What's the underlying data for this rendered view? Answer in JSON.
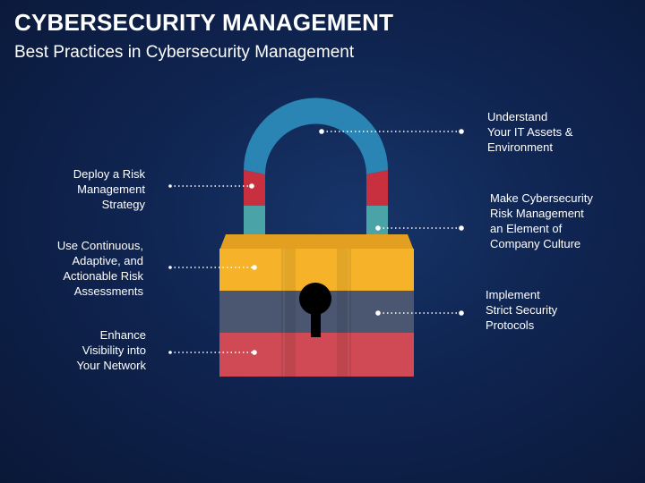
{
  "header": {
    "title": "CYBERSECURITY MANAGEMENT",
    "subtitle": "Best Practices in Cybersecurity Management"
  },
  "items": {
    "deploy_risk": [
      "Deploy a Risk",
      "Management",
      "Strategy"
    ],
    "continuous_assessments": [
      "Use Continuous,",
      "Adaptive, and",
      "Actionable Risk",
      "Assessments"
    ],
    "enhance_visibility": [
      "Enhance",
      "Visibility into",
      "Your Network"
    ],
    "understand_assets": [
      "Understand",
      "Your IT Assets &",
      "Environment"
    ],
    "risk_culture": [
      "Make Cybersecurity",
      "Risk Management",
      "an Element of",
      "Company Culture"
    ],
    "strict_protocols": [
      "Implement",
      "Strict Security",
      "Protocols"
    ]
  },
  "colors": {
    "shackle_top": "#2a85b5",
    "shackle_mid": "#c8303f",
    "shackle_base": "#4aa3a7",
    "lock_top": "#f6b32a",
    "lock_mid": "#4b5670",
    "lock_bottom": "#cf4a54",
    "keyhole": "#000000",
    "connector": "#ffffff"
  },
  "icon": "padlock-icon"
}
